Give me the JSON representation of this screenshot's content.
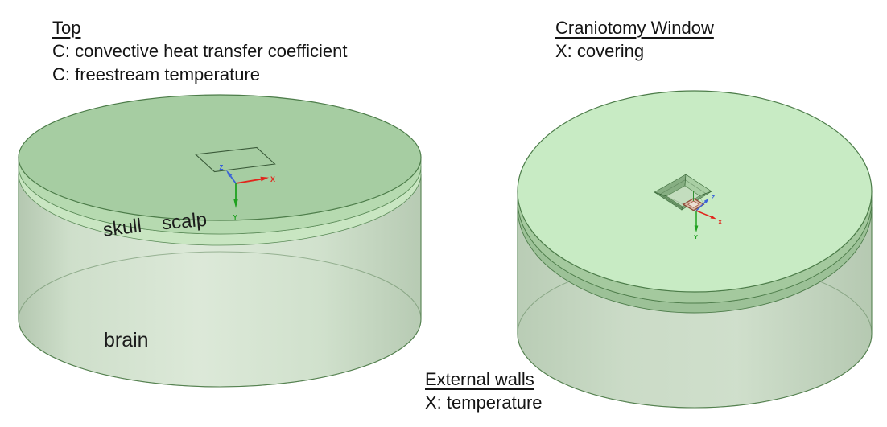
{
  "annotations": {
    "top_boundary": {
      "heading": "Top",
      "lines": [
        "C: convective heat transfer coefficient",
        "C: freestream temperature"
      ]
    },
    "craniotomy": {
      "heading": "Craniotomy Window",
      "lines": [
        "X: covering"
      ]
    },
    "external_walls": {
      "heading": "External walls",
      "lines": [
        "X: temperature"
      ]
    }
  },
  "labels": {
    "skull": "skull",
    "scalp": "scalp",
    "brain": "brain"
  },
  "axes_left": {
    "x": "X",
    "y": "Y",
    "z": "Z"
  },
  "axes_right": {
    "x": "x",
    "y": "Y",
    "z": "Z"
  },
  "colors": {
    "left_top_face": "#a6cda2",
    "left_scalp_side": "#b6dab0",
    "left_skull_side": "#c9e6c2",
    "right_top_face": "#c8ebc4",
    "right_scalp_side": "#a4c99e",
    "right_skull_side": "#9cc197",
    "window_fill": "#d8bda9",
    "window_frame": "#8e4a38",
    "axis_x": "#e1251b",
    "axis_y": "#1fa11f",
    "axis_z": "#3a62d8"
  }
}
